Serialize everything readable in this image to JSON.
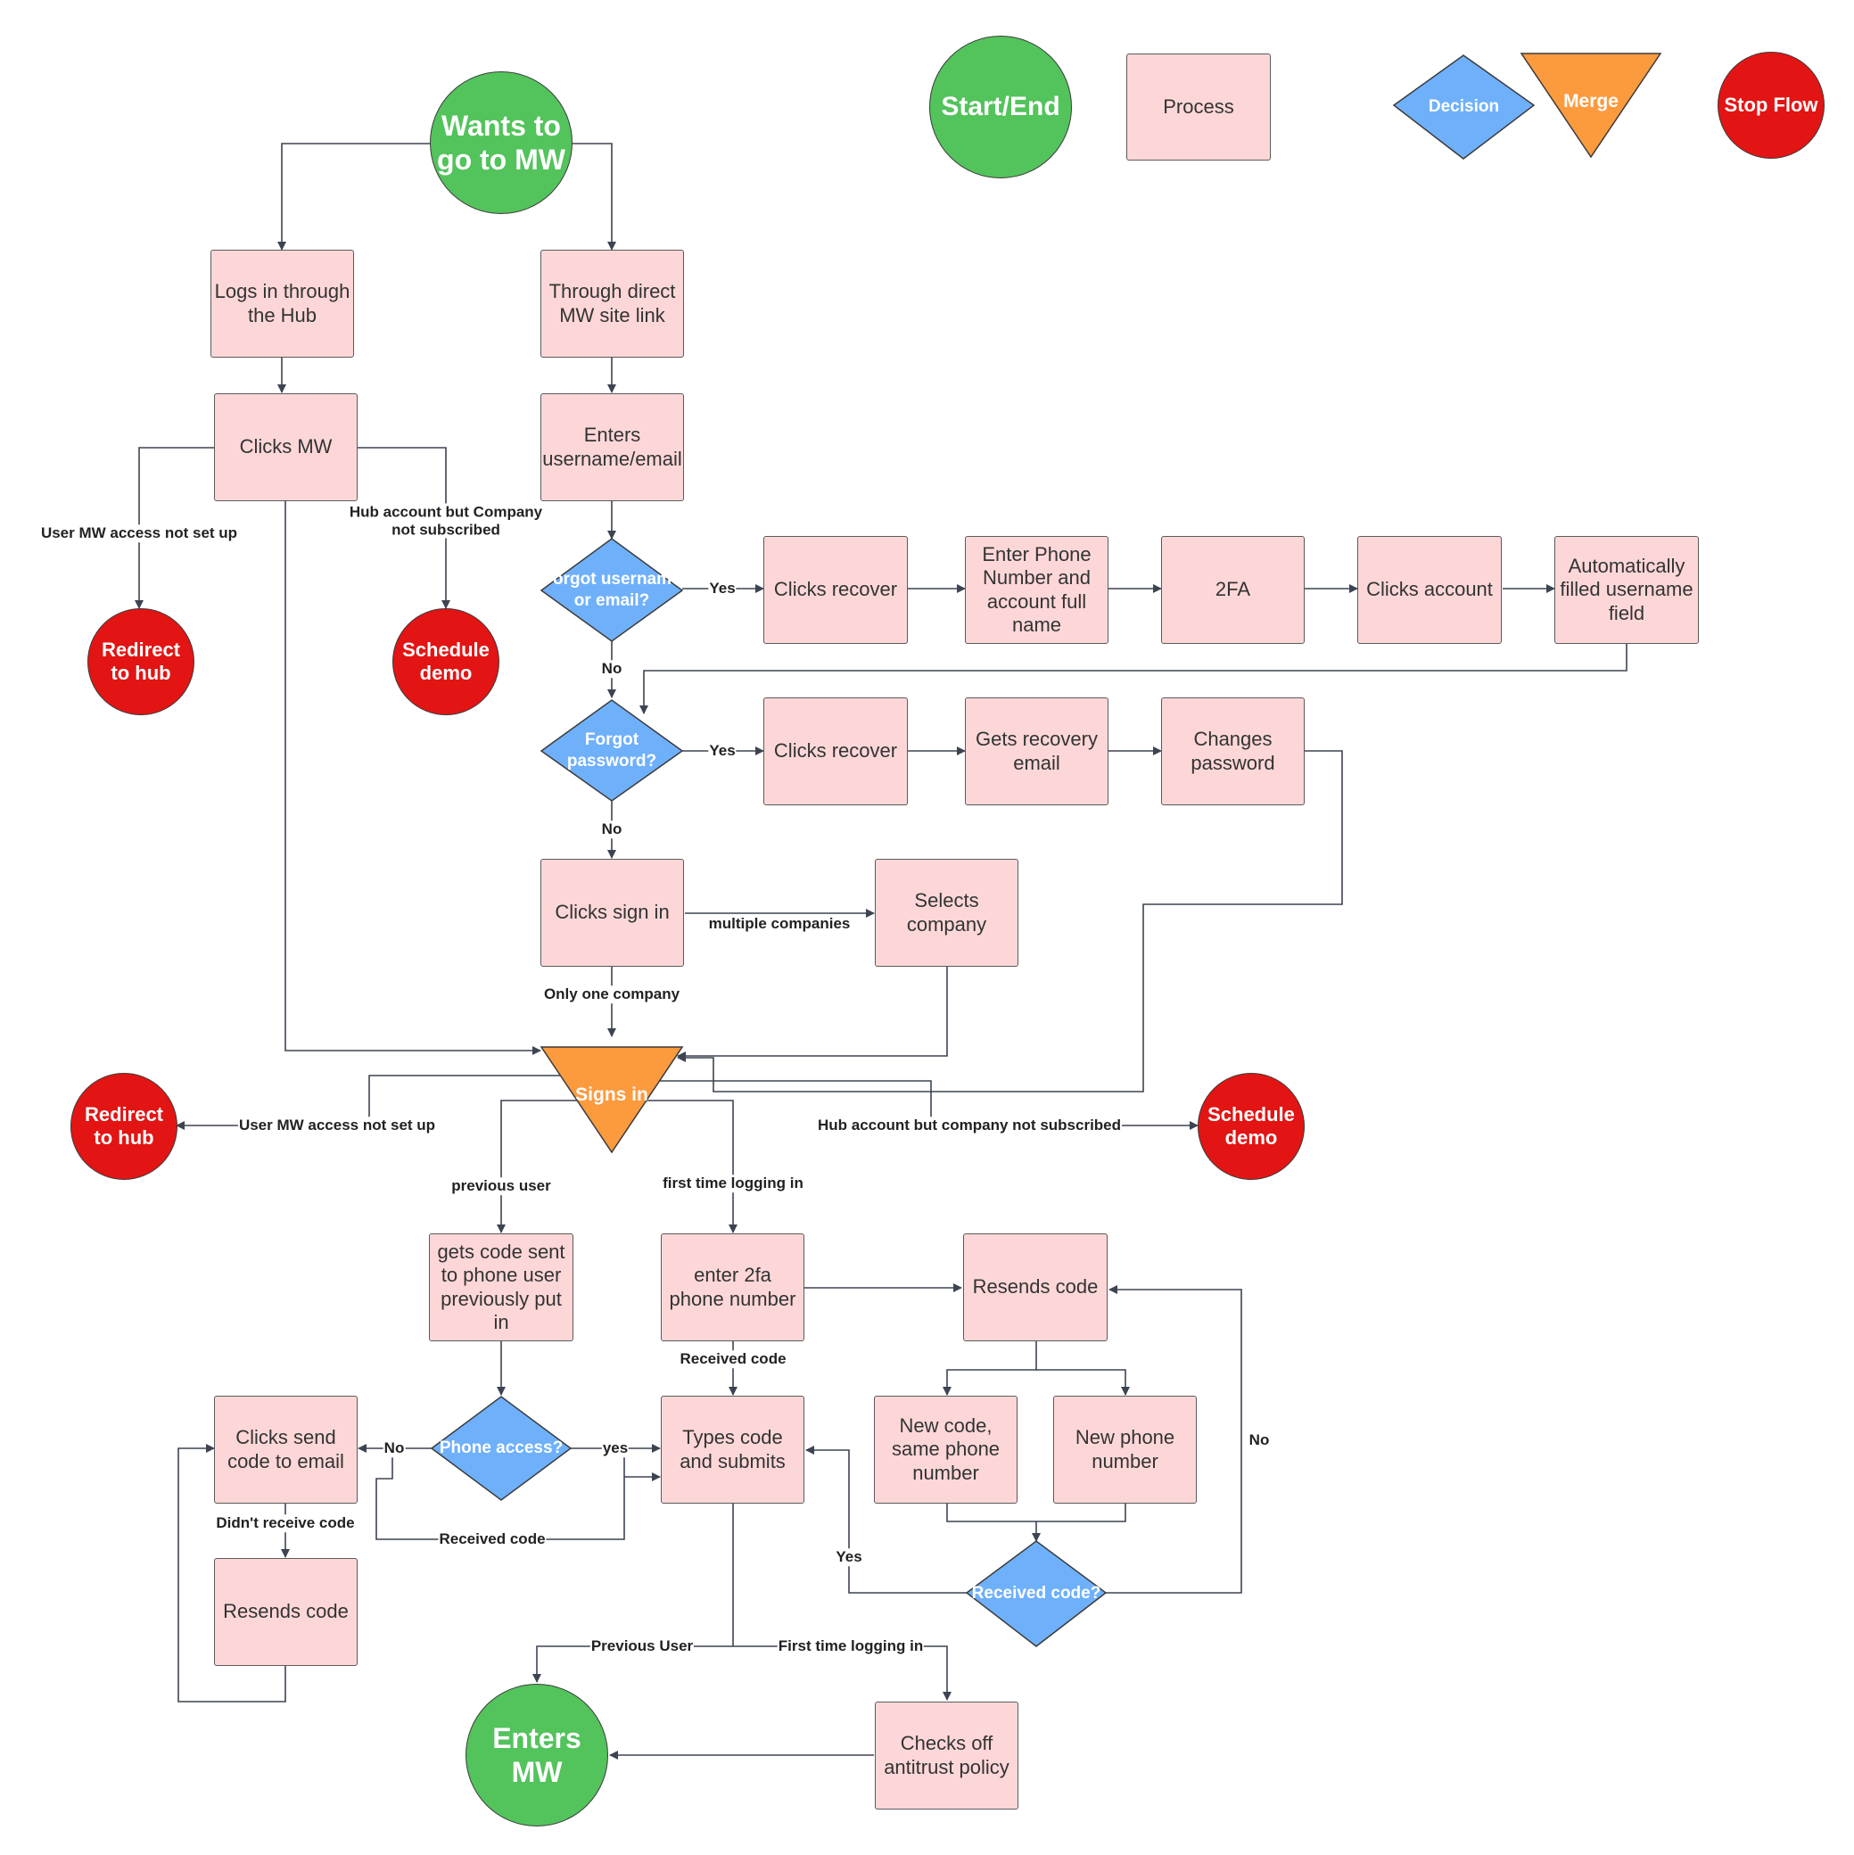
{
  "legend": {
    "start_end": "Start/End",
    "process": "Process",
    "decision": "Decision",
    "merge": "Merge",
    "stop_flow": "Stop Flow"
  },
  "colors": {
    "start_end": "#53c35c",
    "process": "#fdd7d8",
    "decision": "#6fb0fb",
    "merge": "#fc9a3e",
    "stop": "#e31414",
    "connector": "#3d4451"
  },
  "nodes": {
    "start": "Wants to go to MW",
    "logs_hub": "Logs in through the Hub",
    "direct_link": "Through direct MW site link",
    "clicks_mw": "Clicks MW",
    "enters_username": "Enters username/email",
    "redirect_hub_1": "Redirect to hub",
    "schedule_demo_1": "Schedule demo",
    "forgot_username": "Forgot username or email?",
    "clicks_recover_1": "Clicks recover",
    "enter_phone": "Enter Phone Number and account full name",
    "twofa": "2FA",
    "clicks_account": "Clicks account",
    "auto_filled": "Automatically filled username field",
    "forgot_password": "Forgot password?",
    "clicks_recover_2": "Clicks recover",
    "gets_recovery": "Gets recovery email",
    "changes_password": "Changes password",
    "clicks_sign_in": "Clicks sign in",
    "selects_company": "Selects company",
    "signs_in": "Signs in",
    "redirect_hub_2": "Redirect to hub",
    "schedule_demo_2": "Schedule demo",
    "gets_code_phone": "gets code sent to phone user previously put in",
    "enter_2fa_phone": "enter 2fa phone number",
    "resends_code_1": "Resends code",
    "phone_access": "Phone access?",
    "clicks_send_email": "Clicks send code to email",
    "types_code": "Types code and submits",
    "new_code_same": "New code, same phone number",
    "new_phone": "New phone number",
    "resends_code_2": "Resends code",
    "received_code_q": "Received code?",
    "enters_mw": "Enters MW",
    "checks_antitrust": "Checks off antitrust policy"
  },
  "edge_labels": {
    "user_mw_access_1": "User MW access not set up",
    "hub_not_subscribed_1": "Hub account but Company not subscribed",
    "yes_1": "Yes",
    "no_1": "No",
    "yes_2": "Yes",
    "no_2": "No",
    "multiple_companies": "multiple companies",
    "only_one_company": "Only one company",
    "user_mw_access_2": "User MW access not set up",
    "hub_not_subscribed_2": "Hub account but company not subscribed",
    "previous_user_1": "previous user",
    "first_time_1": "first time logging in",
    "received_code_1": "Received code",
    "no_3": "No",
    "yes_3": "yes",
    "didnt_receive": "Didn't receive code",
    "received_code_2": "Received code",
    "yes_4": "Yes",
    "no_4": "No",
    "previous_user_2": "Previous User",
    "first_time_2": "First time logging in"
  }
}
